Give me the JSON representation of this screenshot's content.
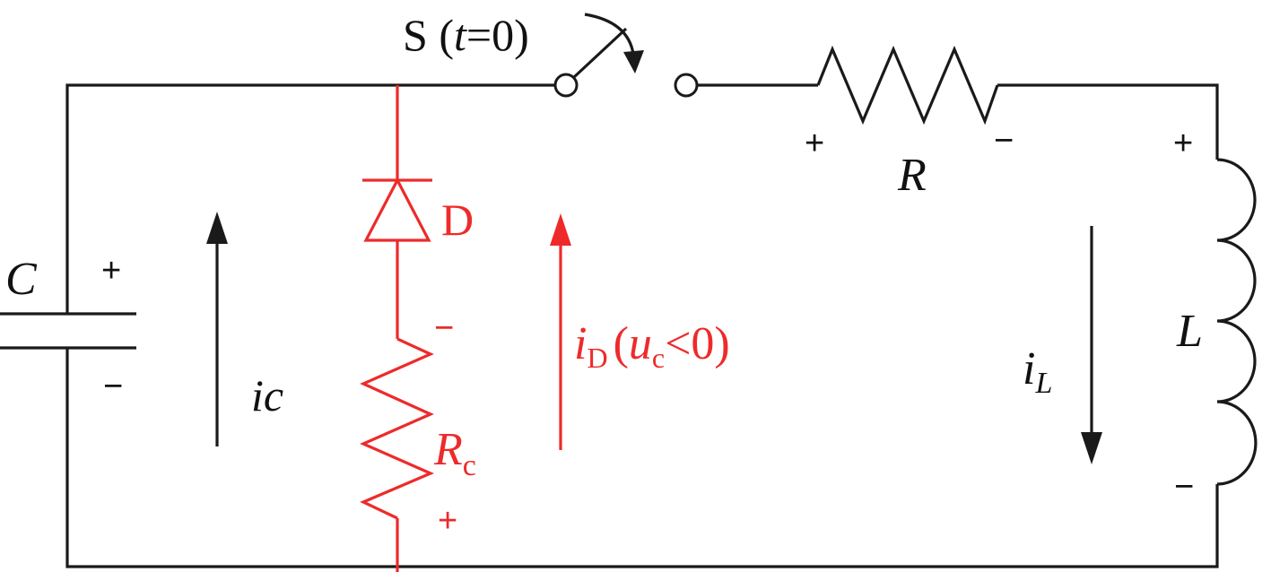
{
  "colors": {
    "wire": "#1a1a1a",
    "diode_branch": "#ee2a2a"
  },
  "switch": {
    "name": "S",
    "time_var": "t",
    "time_cond": "=0)",
    "open_paren": "("
  },
  "resistor_r": {
    "name": "R",
    "plus": "+",
    "minus": "−"
  },
  "inductor": {
    "name": "L",
    "plus": "+",
    "minus": "−"
  },
  "capacitor": {
    "name": "C",
    "plus": "+",
    "minus": "−"
  },
  "diode": {
    "name": "D"
  },
  "resistor_rc": {
    "name": "R",
    "subscript": "c",
    "minus": "−",
    "plus": "+"
  },
  "currents": {
    "ic": "ic",
    "iL_main": "i",
    "iL_sub": "L",
    "iD_main": "i",
    "iD_sub": "D",
    "iD_cond_open": "(",
    "iD_cond_var": "u",
    "iD_cond_sub": "c",
    "iD_cond_rest": "<0)"
  }
}
